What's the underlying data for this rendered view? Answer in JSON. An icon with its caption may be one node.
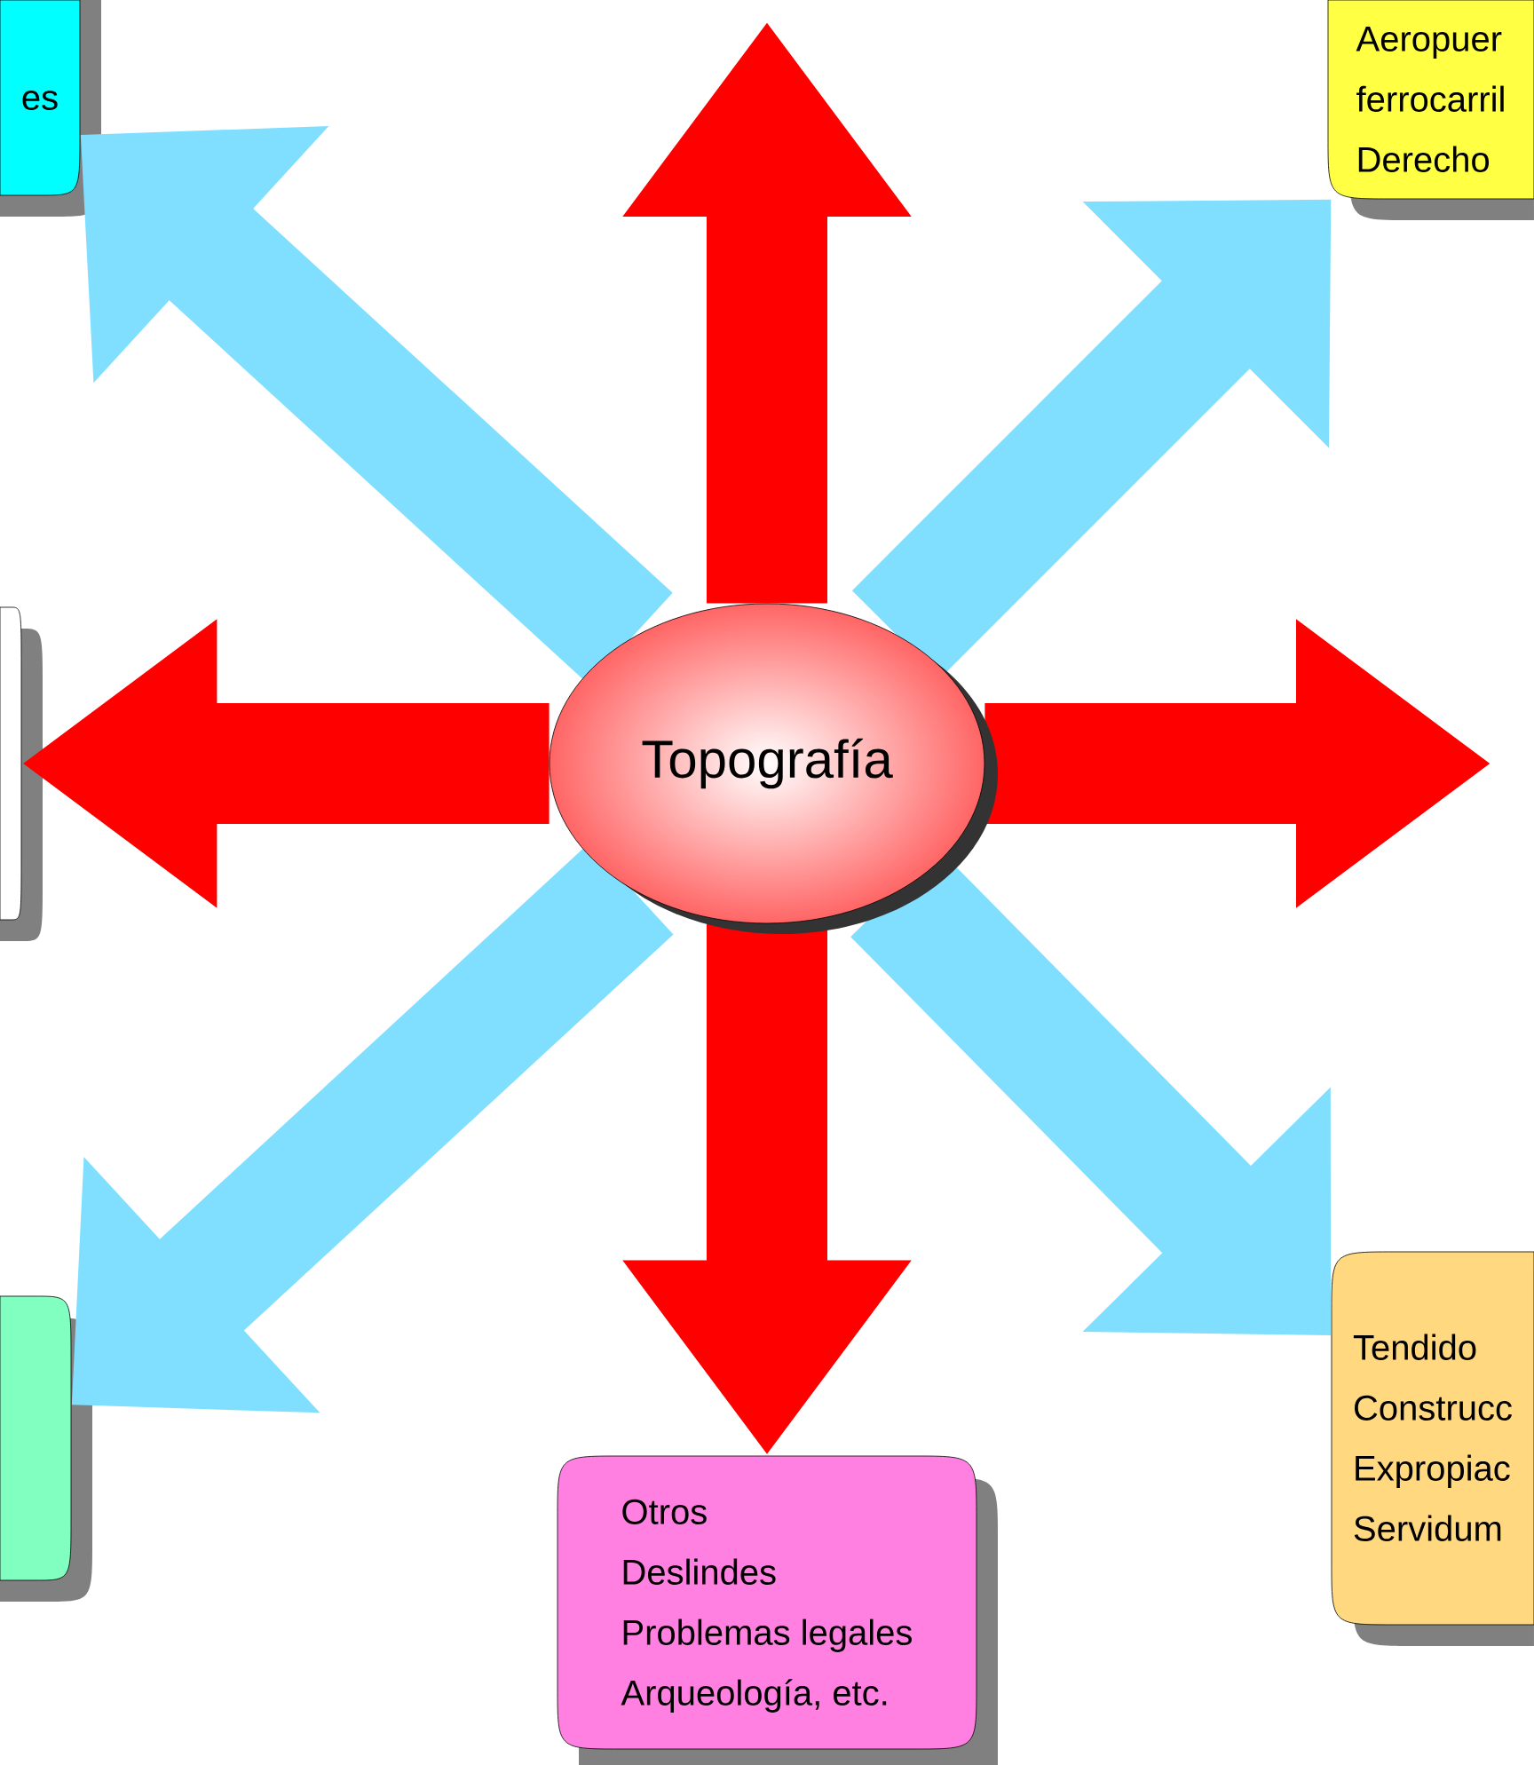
{
  "diagram": {
    "nodes": [
      {
        "text": [
          "Topografía"
        ]
      },
      {
        "text": [
          "es"
        ]
      },
      {
        "text": [
          "Aeropuer",
          "ferrocarril",
          "Derecho"
        ]
      },
      {
        "text": [],
        "shape": "box"
      },
      {
        "text": [],
        "shape": "box"
      },
      {
        "text": [
          "Otros",
          "Deslindes",
          "Problemas legales",
          "Arqueología, etc."
        ]
      },
      {
        "text": [
          "Tendido",
          "Construcc",
          "Expropiac",
          "Servidum"
        ]
      }
    ],
    "edges": [
      {
        "from": 0,
        "to": 1,
        "arrow": "to",
        "color": "#80dfff"
      },
      {
        "from": 0,
        "to": 2,
        "arrow": "to",
        "color": "#80dfff"
      },
      {
        "from": 0,
        "to": 4,
        "arrow": "to",
        "color": "#80dfff"
      },
      {
        "from": 0,
        "to": 6,
        "arrow": "to",
        "color": "#80dfff"
      },
      {
        "from": 0,
        "to": null,
        "arrow": "to",
        "color": "#ff0000"
      },
      {
        "from": 0,
        "to": 3,
        "arrow": "to",
        "color": "#ff0000"
      },
      {
        "from": 0,
        "to": 5,
        "arrow": "to",
        "color": "#ff0000"
      },
      {
        "from": 0,
        "to": null,
        "arrow": "to",
        "color": "#ff0000"
      }
    ]
  }
}
